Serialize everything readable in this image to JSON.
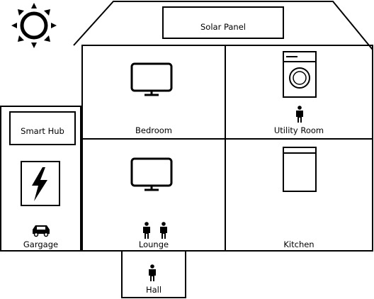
{
  "house": {
    "solar_panel": {
      "label": "Solar Panel"
    },
    "smart_hub": {
      "label": "Smart Hub"
    },
    "rooms": {
      "bedroom": {
        "label": "Bedroom",
        "icons": [
          "tv-icon"
        ]
      },
      "utility_room": {
        "label": "Utility Room",
        "icons": [
          "washing-machine-icon",
          "person-icon"
        ]
      },
      "lounge": {
        "label": "Lounge",
        "icons": [
          "tv-icon",
          "person-icon",
          "person-icon"
        ]
      },
      "kitchen": {
        "label": "Kitchen",
        "icons": [
          "fridge-icon"
        ]
      },
      "garage": {
        "label": "Gargage",
        "icons": [
          "car-icon"
        ]
      },
      "hall": {
        "label": "Hall",
        "icons": [
          "person-icon"
        ]
      }
    },
    "sun": {
      "icon": "sun-icon"
    },
    "smart_hub_icon": "lightning-icon"
  }
}
